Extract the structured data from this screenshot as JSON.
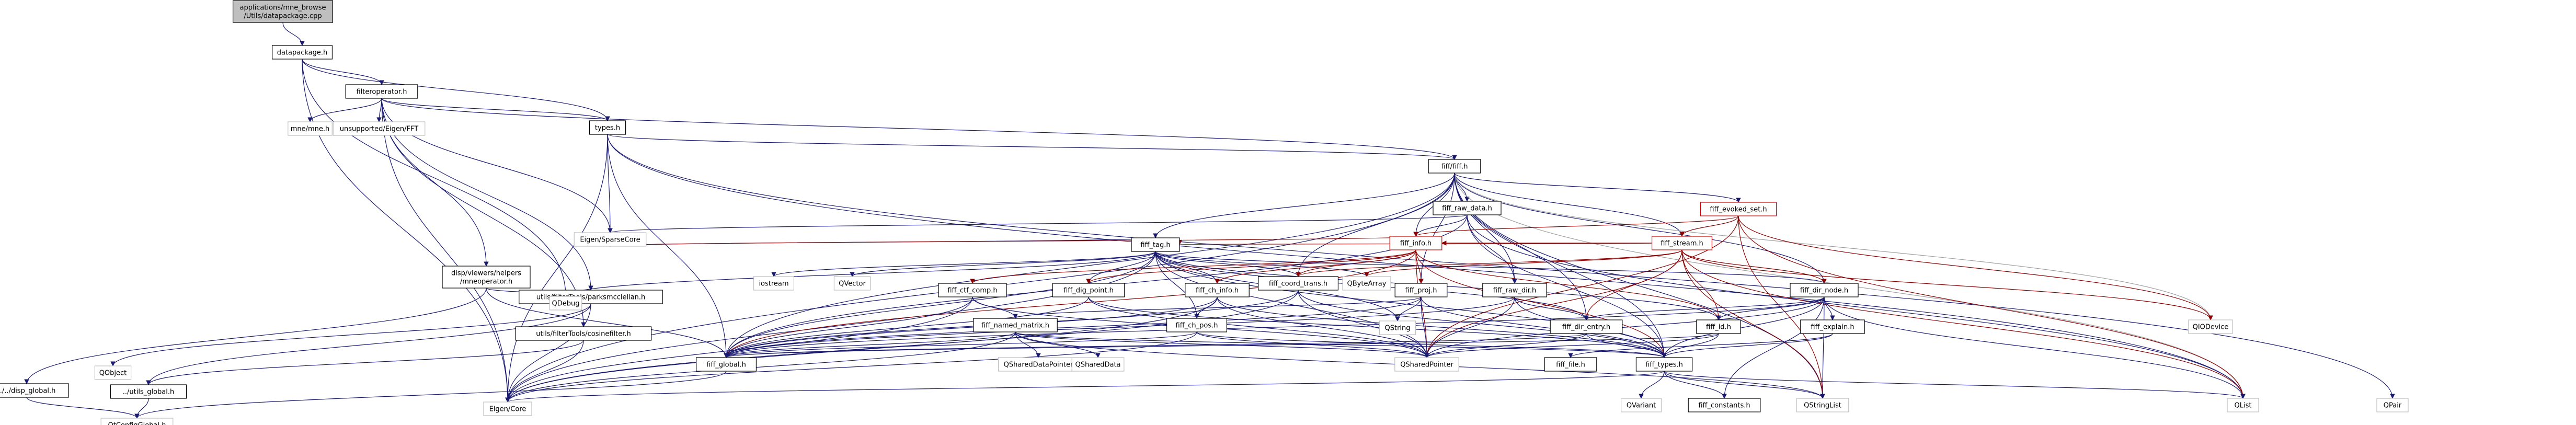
{
  "diagram": {
    "nodes": [
      {
        "id": "root",
        "label": "applications/mne_browse\n/Utils/datapackage.cpp",
        "style": "root"
      },
      {
        "id": "datapackage",
        "label": "datapackage.h",
        "style": "linked"
      },
      {
        "id": "filterop",
        "label": "filteroperator.h",
        "style": "linked"
      },
      {
        "id": "types",
        "label": "types.h",
        "style": "linked"
      },
      {
        "id": "mnemne",
        "label": "mne/mne.h",
        "style": "plain"
      },
      {
        "id": "unsupported",
        "label": "unsupported/Eigen/FFT",
        "style": "plain"
      },
      {
        "id": "fiff",
        "label": "fiff/fiff.h",
        "style": "linked"
      },
      {
        "id": "eigensparse",
        "label": "Eigen/SparseCore",
        "style": "plain"
      },
      {
        "id": "dispviewers",
        "label": "disp/viewers/helpers\n/mneoperator.h",
        "style": "linked"
      },
      {
        "id": "parksmc",
        "label": "utils/filterTools/parksmcclellan.h",
        "style": "linked"
      },
      {
        "id": "cosinefilter",
        "label": "utils/filterTools/cosinefilter.h",
        "style": "linked"
      },
      {
        "id": "dispglobal",
        "label": "../../disp_global.h",
        "style": "linked"
      },
      {
        "id": "utilsglobal",
        "label": "../utils_global.h",
        "style": "linked"
      },
      {
        "id": "qobject",
        "label": "QObject",
        "style": "plain"
      },
      {
        "id": "qtconfig",
        "label": "QtConfigGlobal.h",
        "style": "plain"
      },
      {
        "id": "qdebug",
        "label": "QDebug",
        "style": "plain"
      },
      {
        "id": "eigencore",
        "label": "Eigen/Core",
        "style": "plain"
      },
      {
        "id": "fiffrawdata",
        "label": "fiff_raw_data.h",
        "style": "linked"
      },
      {
        "id": "fiffevoked",
        "label": "fiff_evoked_set.h",
        "style": "red"
      },
      {
        "id": "fifftag",
        "label": "fiff_tag.h",
        "style": "linked"
      },
      {
        "id": "fiffinfo",
        "label": "fiff_info.h",
        "style": "red"
      },
      {
        "id": "fiffstream",
        "label": "fiff_stream.h",
        "style": "red"
      },
      {
        "id": "iostream",
        "label": "iostream",
        "style": "plain"
      },
      {
        "id": "qvector",
        "label": "QVector",
        "style": "plain"
      },
      {
        "id": "fiffcoordtrans",
        "label": "fiff_coord_trans.h",
        "style": "linked"
      },
      {
        "id": "qbytearray",
        "label": "QByteArray",
        "style": "plain"
      },
      {
        "id": "fiffproj",
        "label": "fiff_proj.h",
        "style": "linked"
      },
      {
        "id": "fiffrawdir",
        "label": "fiff_raw_dir.h",
        "style": "linked"
      },
      {
        "id": "fiffdirnode",
        "label": "fiff_dir_node.h",
        "style": "linked"
      },
      {
        "id": "fiffctfcomp",
        "label": "fiff_ctf_comp.h",
        "style": "linked"
      },
      {
        "id": "fiffdigpoint",
        "label": "fiff_dig_point.h",
        "style": "linked"
      },
      {
        "id": "fiffchinfo",
        "label": "fiff_ch_info.h",
        "style": "linked"
      },
      {
        "id": "fiffchpos",
        "label": "fiff_ch_pos.h",
        "style": "linked"
      },
      {
        "id": "fiffnamedmatrix",
        "label": "fiff_named_matrix.h",
        "style": "linked"
      },
      {
        "id": "fiffdirentry",
        "label": "fiff_dir_entry.h",
        "style": "linked"
      },
      {
        "id": "fiffid",
        "label": "fiff_id.h",
        "style": "linked"
      },
      {
        "id": "fiffexplain",
        "label": "fiff_explain.h",
        "style": "linked"
      },
      {
        "id": "qiodevice",
        "label": "QIODevice",
        "style": "plain"
      },
      {
        "id": "qstring",
        "label": "QString",
        "style": "plain"
      },
      {
        "id": "fiffglobal",
        "label": "fiff_global.h",
        "style": "linked"
      },
      {
        "id": "qshareddatapointer",
        "label": "QSharedDataPointer",
        "style": "plain"
      },
      {
        "id": "qshareddata",
        "label": "QSharedData",
        "style": "plain"
      },
      {
        "id": "qsharedpointer",
        "label": "QSharedPointer",
        "style": "plain"
      },
      {
        "id": "fifffile",
        "label": "fiff_file.h",
        "style": "linked"
      },
      {
        "id": "fifftypes",
        "label": "fiff_types.h",
        "style": "linked"
      },
      {
        "id": "qvariant",
        "label": "QVariant",
        "style": "plain"
      },
      {
        "id": "fiffconstants",
        "label": "fiff_constants.h",
        "style": "linked"
      },
      {
        "id": "qstringlist",
        "label": "QStringList",
        "style": "plain"
      },
      {
        "id": "qlist",
        "label": "QList",
        "style": "plain"
      },
      {
        "id": "qpair",
        "label": "QPair",
        "style": "plain"
      }
    ],
    "edges": [
      [
        "root",
        "datapackage"
      ],
      [
        "datapackage",
        "filterop"
      ],
      [
        "datapackage",
        "types"
      ],
      [
        "datapackage",
        "eigencore"
      ],
      [
        "datapackage",
        "qdebug"
      ],
      [
        "filterop",
        "types"
      ],
      [
        "filterop",
        "mnemne"
      ],
      [
        "filterop",
        "unsupported"
      ],
      [
        "filterop",
        "fiff"
      ],
      [
        "filterop",
        "eigensparse"
      ],
      [
        "filterop",
        "dispviewers"
      ],
      [
        "filterop",
        "parksmc"
      ],
      [
        "filterop",
        "cosinefilter"
      ],
      [
        "filterop",
        "eigencore"
      ],
      [
        "types",
        "fiff"
      ],
      [
        "types",
        "eigensparse"
      ],
      [
        "types",
        "eigencore"
      ],
      [
        "types",
        "qpair"
      ],
      [
        "types",
        "qlist"
      ],
      [
        "types",
        "fiffglobal"
      ],
      [
        "dispviewers",
        "dispglobal"
      ],
      [
        "dispviewers",
        "qdebug"
      ],
      [
        "dispviewers",
        "fiffglobal"
      ],
      [
        "dispglobal",
        "qtconfig"
      ],
      [
        "parksmc",
        "qobject"
      ],
      [
        "parksmc",
        "utilsglobal"
      ],
      [
        "parksmc",
        "eigencore"
      ],
      [
        "cosinefilter",
        "utilsglobal"
      ],
      [
        "cosinefilter",
        "eigencore"
      ],
      [
        "utilsglobal",
        "qtconfig"
      ],
      [
        "fiff",
        "fiffrawdata"
      ],
      [
        "fiff",
        "fiffevoked"
      ],
      [
        "fiff",
        "fifftag"
      ],
      [
        "fiff",
        "fiffinfo"
      ],
      [
        "fiff",
        "fiffstream"
      ],
      [
        "fiff",
        "fiffcoordtrans"
      ],
      [
        "fiff",
        "fiffproj"
      ],
      [
        "fiff",
        "fiffrawdir"
      ],
      [
        "fiff",
        "fiffdirnode"
      ],
      [
        "fiff",
        "fiffdirentry"
      ],
      [
        "fiff",
        "qiodevice"
      ],
      [
        "fiff",
        "qlist"
      ],
      [
        "fiff",
        "qstringlist"
      ],
      [
        "fiff",
        "fiffglobal"
      ],
      [
        "fiff",
        "eigencore"
      ],
      [
        "fiff",
        "fifftypes"
      ],
      [
        "fiffrawdata",
        "fiffinfo"
      ],
      [
        "fiffrawdata",
        "fiffrawdir"
      ],
      [
        "fiffrawdata",
        "eigensparse"
      ],
      [
        "fiffrawdata",
        "fiffglobal"
      ],
      [
        "fiffrawdata",
        "qlist"
      ],
      [
        "fiffrawdata",
        "fifftypes"
      ],
      [
        "fiffevoked",
        "fiffinfo"
      ],
      [
        "fiffevoked",
        "fiffstream"
      ],
      [
        "fiffevoked",
        "qiodevice"
      ],
      [
        "fiffevoked",
        "qsharedpointer"
      ],
      [
        "fiffevoked",
        "qstringlist"
      ],
      [
        "fiffevoked",
        "qlist"
      ],
      [
        "fifftag",
        "fiffcoordtrans"
      ],
      [
        "fifftag",
        "fiffchinfo"
      ],
      [
        "fifftag",
        "fiffchpos"
      ],
      [
        "fifftag",
        "fiffdigpoint"
      ],
      [
        "fifftag",
        "fiffid"
      ],
      [
        "fifftag",
        "fiffdirentry"
      ],
      [
        "fifftag",
        "fifftypes"
      ],
      [
        "fifftag",
        "fiffglobal"
      ],
      [
        "fifftag",
        "qbytearray"
      ],
      [
        "fifftag",
        "qsharedpointer"
      ],
      [
        "fifftag",
        "eigensparse"
      ],
      [
        "fifftag",
        "eigencore"
      ],
      [
        "fifftag",
        "iostream"
      ],
      [
        "fifftag",
        "qvector"
      ],
      [
        "fifftag",
        "qdebug"
      ],
      [
        "fifftag",
        "qstring"
      ],
      [
        "fiffinfo",
        "fiffctfcomp"
      ],
      [
        "fiffinfo",
        "fiffdigpoint"
      ],
      [
        "fiffinfo",
        "fiffchinfo"
      ],
      [
        "fiffinfo",
        "fiffcoordtrans"
      ],
      [
        "fiffinfo",
        "fiffproj"
      ],
      [
        "fiffinfo",
        "fiffid"
      ],
      [
        "fiffinfo",
        "fiffglobal"
      ],
      [
        "fiffinfo",
        "fifftypes"
      ],
      [
        "fiffinfo",
        "eigensparse"
      ],
      [
        "fiffinfo",
        "qsharedpointer"
      ],
      [
        "fiffstream",
        "fifftag"
      ],
      [
        "fiffstream",
        "fiffdirnode"
      ],
      [
        "fiffstream",
        "fiffdirentry"
      ],
      [
        "fiffstream",
        "fiffid"
      ],
      [
        "fiffstream",
        "fiffinfo"
      ],
      [
        "fiffstream",
        "fiffcoordtrans"
      ],
      [
        "fiffstream",
        "qbytearray"
      ],
      [
        "fiffstream",
        "qiodevice"
      ],
      [
        "fiffstream",
        "qlist"
      ],
      [
        "fiffstream",
        "qstringlist"
      ],
      [
        "fiffstream",
        "qsharedpointer"
      ],
      [
        "fiffcoordtrans",
        "fiffglobal"
      ],
      [
        "fiffcoordtrans",
        "fifftypes"
      ],
      [
        "fiffcoordtrans",
        "qsharedpointer"
      ],
      [
        "fiffcoordtrans",
        "eigencore"
      ],
      [
        "fiffproj",
        "fiffnamedmatrix"
      ],
      [
        "fiffproj",
        "fiffglobal"
      ],
      [
        "fiffproj",
        "qsharedpointer"
      ],
      [
        "fiffproj",
        "qstring"
      ],
      [
        "fiffproj",
        "fifftypes"
      ],
      [
        "fiffrawdir",
        "fiffdirentry"
      ],
      [
        "fiffrawdir",
        "fiffglobal"
      ],
      [
        "fiffrawdir",
        "qsharedpointer"
      ],
      [
        "fiffrawdir",
        "fifftypes"
      ],
      [
        "fiffdirnode",
        "fiffdirentry"
      ],
      [
        "fiffdirnode",
        "fiffid"
      ],
      [
        "fiffdirnode",
        "fiffexplain"
      ],
      [
        "fiffdirnode",
        "fifftag"
      ],
      [
        "fiffdirnode",
        "fifftypes"
      ],
      [
        "fiffdirnode",
        "fiffconstants"
      ],
      [
        "fiffdirnode",
        "qlist"
      ],
      [
        "fiffdirnode",
        "qstringlist"
      ],
      [
        "fiffdirnode",
        "qsharedpointer"
      ],
      [
        "fiffdirnode",
        "fiffglobal"
      ],
      [
        "fiffctfcomp",
        "fiffnamedmatrix"
      ],
      [
        "fiffctfcomp",
        "fiffglobal"
      ],
      [
        "fiffctfcomp",
        "qsharedpointer"
      ],
      [
        "fiffctfcomp",
        "eigencore"
      ],
      [
        "fiffdigpoint",
        "fiffglobal"
      ],
      [
        "fiffdigpoint",
        "fifftypes"
      ],
      [
        "fiffdigpoint",
        "qsharedpointer"
      ],
      [
        "fiffchinfo",
        "fiffchpos"
      ],
      [
        "fiffchinfo",
        "fiffglobal"
      ],
      [
        "fiffchinfo",
        "fifftypes"
      ],
      [
        "fiffchinfo",
        "qsharedpointer"
      ],
      [
        "fiffchinfo",
        "eigencore"
      ],
      [
        "fiffchpos",
        "fiffglobal"
      ],
      [
        "fiffchpos",
        "fifftypes"
      ],
      [
        "fiffchpos",
        "qsharedpointer"
      ],
      [
        "fiffchpos",
        "eigencore"
      ],
      [
        "fiffnamedmatrix",
        "fiffglobal"
      ],
      [
        "fiffnamedmatrix",
        "fifftypes"
      ],
      [
        "fiffnamedmatrix",
        "qshareddatapointer"
      ],
      [
        "fiffnamedmatrix",
        "qshareddata"
      ],
      [
        "fiffnamedmatrix",
        "qsharedpointer"
      ],
      [
        "fiffnamedmatrix",
        "eigencore"
      ],
      [
        "fiffnamedmatrix",
        "qstringlist"
      ],
      [
        "fiffdirentry",
        "fifftypes"
      ],
      [
        "fiffdirentry",
        "fiffglobal"
      ],
      [
        "fiffdirentry",
        "qsharedpointer"
      ],
      [
        "fiffid",
        "fifftypes"
      ],
      [
        "fiffid",
        "fiffglobal"
      ],
      [
        "fiffid",
        "qsharedpointer"
      ],
      [
        "fiffexplain",
        "fifftypes"
      ],
      [
        "fiffexplain",
        "fifffile"
      ],
      [
        "fifftypes",
        "qvariant"
      ],
      [
        "fifftypes",
        "fiffconstants"
      ],
      [
        "fifftypes",
        "qstringlist"
      ],
      [
        "fifftypes",
        "qlist"
      ],
      [
        "fifftypes",
        "eigencore"
      ],
      [
        "fiffglobal",
        "qtconfig"
      ]
    ]
  }
}
